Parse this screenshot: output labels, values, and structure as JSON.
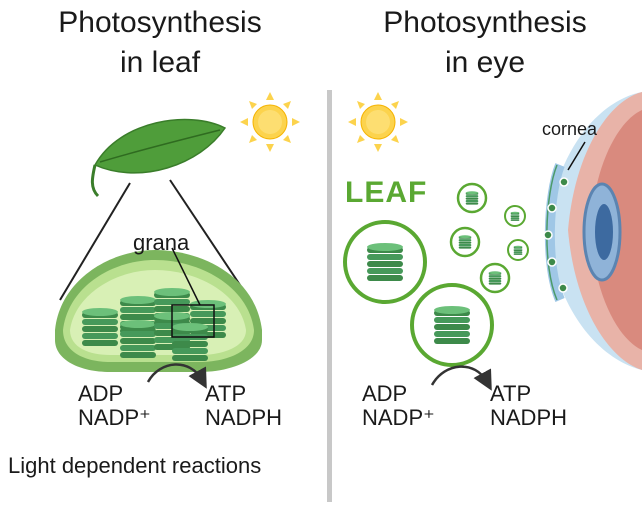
{
  "left_panel": {
    "title_line1": "Photosynthesis",
    "title_line2": "in leaf",
    "grana_label": "grana",
    "inputs_line1": "ADP",
    "inputs_line2": "NADP⁺",
    "outputs_line1": "ATP",
    "outputs_line2": "NADPH",
    "caption": "Light dependent reactions"
  },
  "right_panel": {
    "title_line1": "Photosynthesis",
    "title_line2": "in eye",
    "cornea_label": "cornea",
    "leaf_word": "LEAF",
    "inputs_line1": "ADP",
    "inputs_line2": "NADP⁺",
    "outputs_line1": "ATP",
    "outputs_line2": "NADPH"
  },
  "colors": {
    "leaf_green": "#5aa832",
    "thylakoid_green": "#3d8a4a",
    "sun_yellow": "#fcd34d",
    "cornea_blue": "#9fc7e6"
  }
}
